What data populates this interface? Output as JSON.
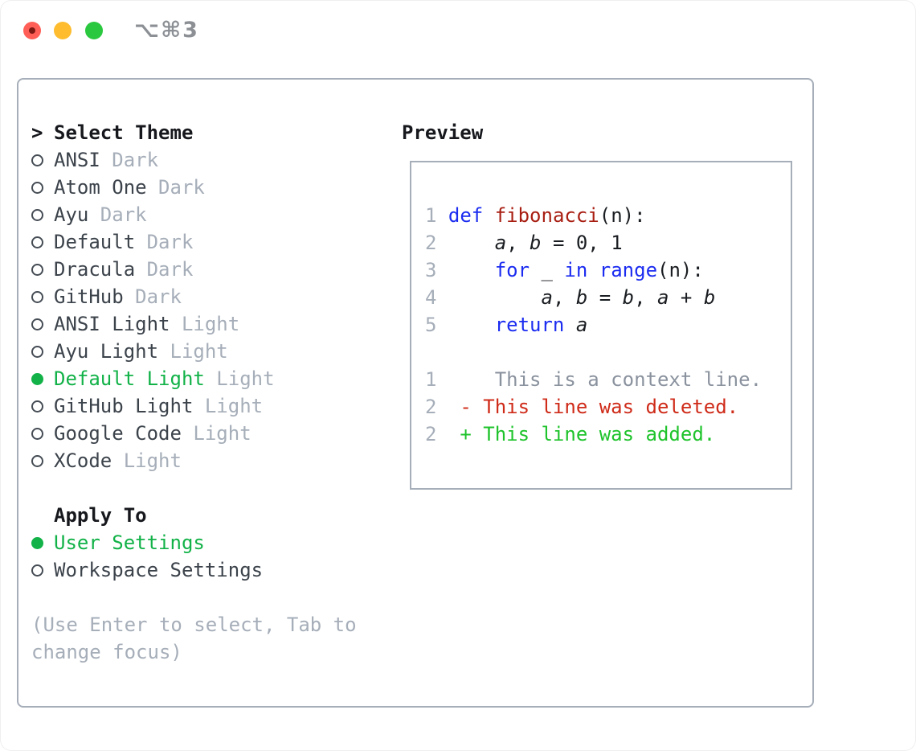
{
  "window": {
    "title": "⌥⌘3",
    "traffic_lights": {
      "close_color": "#ff5f57",
      "close_dot_color": "#7d1a13",
      "minimize_color": "#febc2e",
      "maximize_color": "#2ac83f"
    }
  },
  "colors": {
    "border_gray": "#a6aeb9",
    "heading_black": "#16181d",
    "item_text": "#3c434b",
    "muted_gray": "#a6aeb9",
    "selection_green": "#12b248",
    "keyword_blue": "#1b2cf0",
    "function_red": "#a81e12",
    "diff_deleted_red": "#cf2b19",
    "diff_added_green": "#1ec32b",
    "diff_context_gray": "#8a929e"
  },
  "left_panel": {
    "heading": "Select Theme",
    "prompt": ">",
    "themes": [
      {
        "name": "ANSI",
        "variant": "Dark",
        "selected": false
      },
      {
        "name": "Atom One",
        "variant": "Dark",
        "selected": false
      },
      {
        "name": "Ayu",
        "variant": "Dark",
        "selected": false
      },
      {
        "name": "Default",
        "variant": "Dark",
        "selected": false
      },
      {
        "name": "Dracula",
        "variant": "Dark",
        "selected": false
      },
      {
        "name": "GitHub",
        "variant": "Dark",
        "selected": false
      },
      {
        "name": "ANSI Light",
        "variant": "Light",
        "selected": false
      },
      {
        "name": "Ayu Light",
        "variant": "Light",
        "selected": false
      },
      {
        "name": "Default Light",
        "variant": "Light",
        "selected": true
      },
      {
        "name": "GitHub Light",
        "variant": "Light",
        "selected": false
      },
      {
        "name": "Google Code",
        "variant": "Light",
        "selected": false
      },
      {
        "name": "XCode",
        "variant": "Light",
        "selected": false
      }
    ],
    "apply_heading": "Apply To",
    "apply_options": [
      {
        "label": "User Settings",
        "selected": true
      },
      {
        "label": "Workspace Settings",
        "selected": false
      }
    ],
    "help_text": "(Use Enter to select, Tab to change focus)"
  },
  "preview": {
    "heading": "Preview",
    "lines": [
      {
        "no": "1",
        "tokens": [
          [
            "def",
            "kw"
          ],
          [
            " ",
            "pl"
          ],
          [
            "fibonacci",
            "fn"
          ],
          [
            "(n):",
            "pl"
          ]
        ]
      },
      {
        "no": "2",
        "tokens": [
          [
            "    ",
            "pl"
          ],
          [
            "a",
            "var"
          ],
          [
            ", ",
            "pl"
          ],
          [
            "b",
            "var"
          ],
          [
            " = 0, 1",
            "pl"
          ]
        ]
      },
      {
        "no": "3",
        "tokens": [
          [
            "    ",
            "pl"
          ],
          [
            "for",
            "kw"
          ],
          [
            " _ ",
            "pl"
          ],
          [
            "in",
            "kw"
          ],
          [
            " ",
            "pl"
          ],
          [
            "range",
            "kw"
          ],
          [
            "(n):",
            "pl"
          ]
        ]
      },
      {
        "no": "4",
        "tokens": [
          [
            "        ",
            "pl"
          ],
          [
            "a",
            "var"
          ],
          [
            ", ",
            "pl"
          ],
          [
            "b",
            "var"
          ],
          [
            " = ",
            "pl"
          ],
          [
            "b",
            "var"
          ],
          [
            ", ",
            "pl"
          ],
          [
            "a",
            "var"
          ],
          [
            " + ",
            "pl"
          ],
          [
            "b",
            "var"
          ]
        ]
      },
      {
        "no": "5",
        "tokens": [
          [
            "    ",
            "pl"
          ],
          [
            "return",
            "kw"
          ],
          [
            " ",
            "pl"
          ],
          [
            "a",
            "var"
          ]
        ]
      },
      {
        "no": "",
        "tokens": []
      },
      {
        "no": "1",
        "tokens": [
          [
            "    This is a context line.",
            "ctx"
          ]
        ]
      },
      {
        "no": "2",
        "tokens": [
          [
            " - This line was deleted.",
            "del"
          ]
        ]
      },
      {
        "no": "2",
        "tokens": [
          [
            " + This line was added.",
            "add"
          ]
        ]
      }
    ]
  }
}
